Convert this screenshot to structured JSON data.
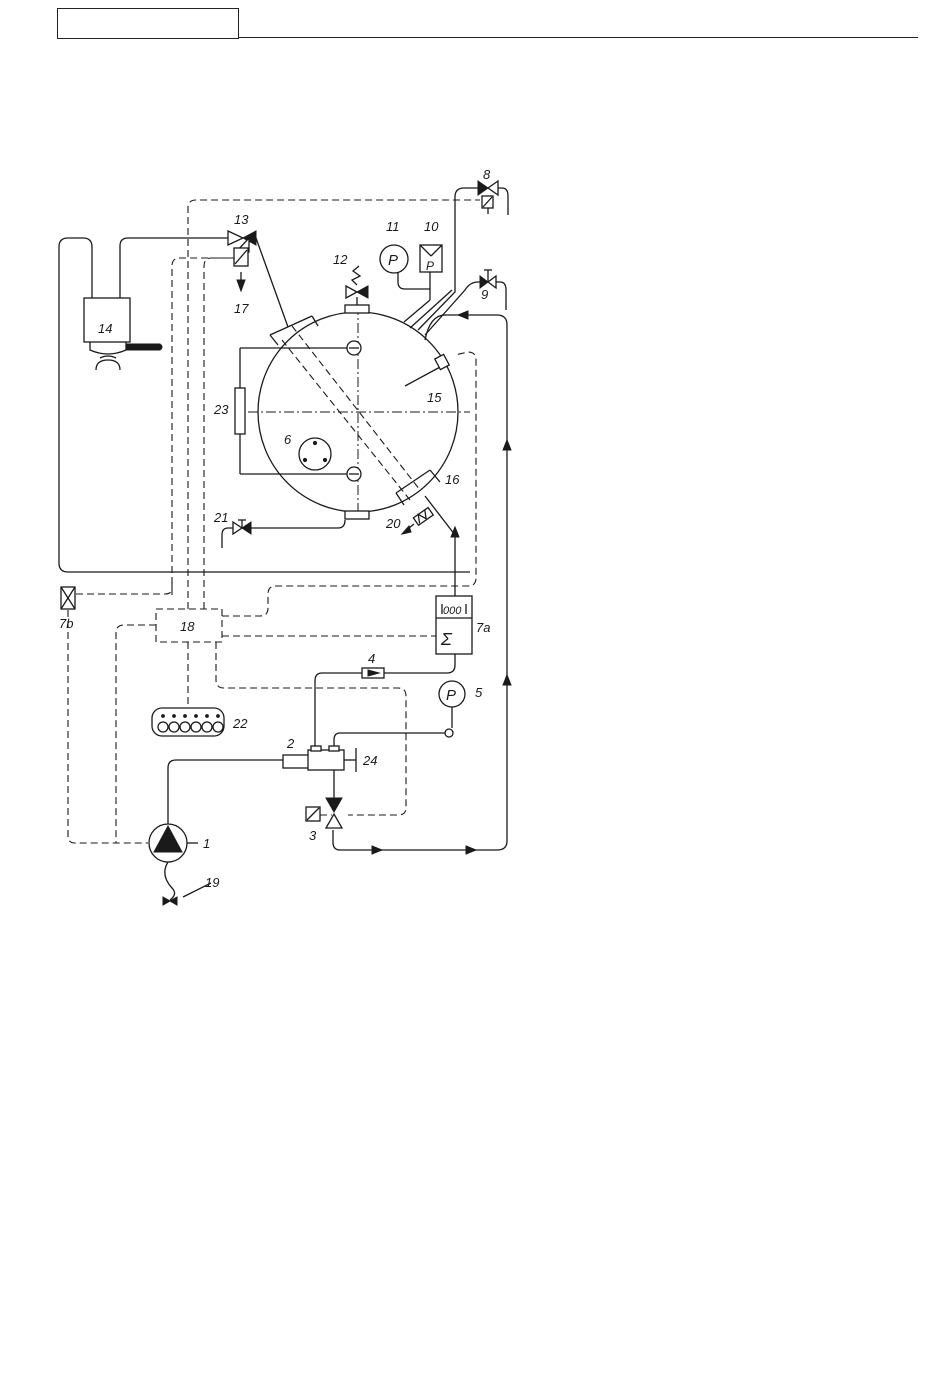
{
  "header": {
    "box_text": ""
  },
  "labels": {
    "l1": "1",
    "l2": "2",
    "l3": "3",
    "l4": "4",
    "l5": "5",
    "l6": "6",
    "l7a": "7a",
    "l7b": "7b",
    "l8": "8",
    "l9": "9",
    "l10": "10",
    "l11": "11",
    "l12": "12",
    "l13": "13",
    "l14": "14",
    "l15": "15",
    "l16": "16",
    "l17": "17",
    "l18": "18",
    "l19": "19",
    "l20": "20",
    "l21": "21",
    "l22": "22",
    "l23": "23",
    "l24": "24"
  },
  "symbols": {
    "gauge_p": "P",
    "switch_p": "P",
    "pump_gauge_p": "P",
    "counter": "000",
    "sigma": "Σ"
  }
}
